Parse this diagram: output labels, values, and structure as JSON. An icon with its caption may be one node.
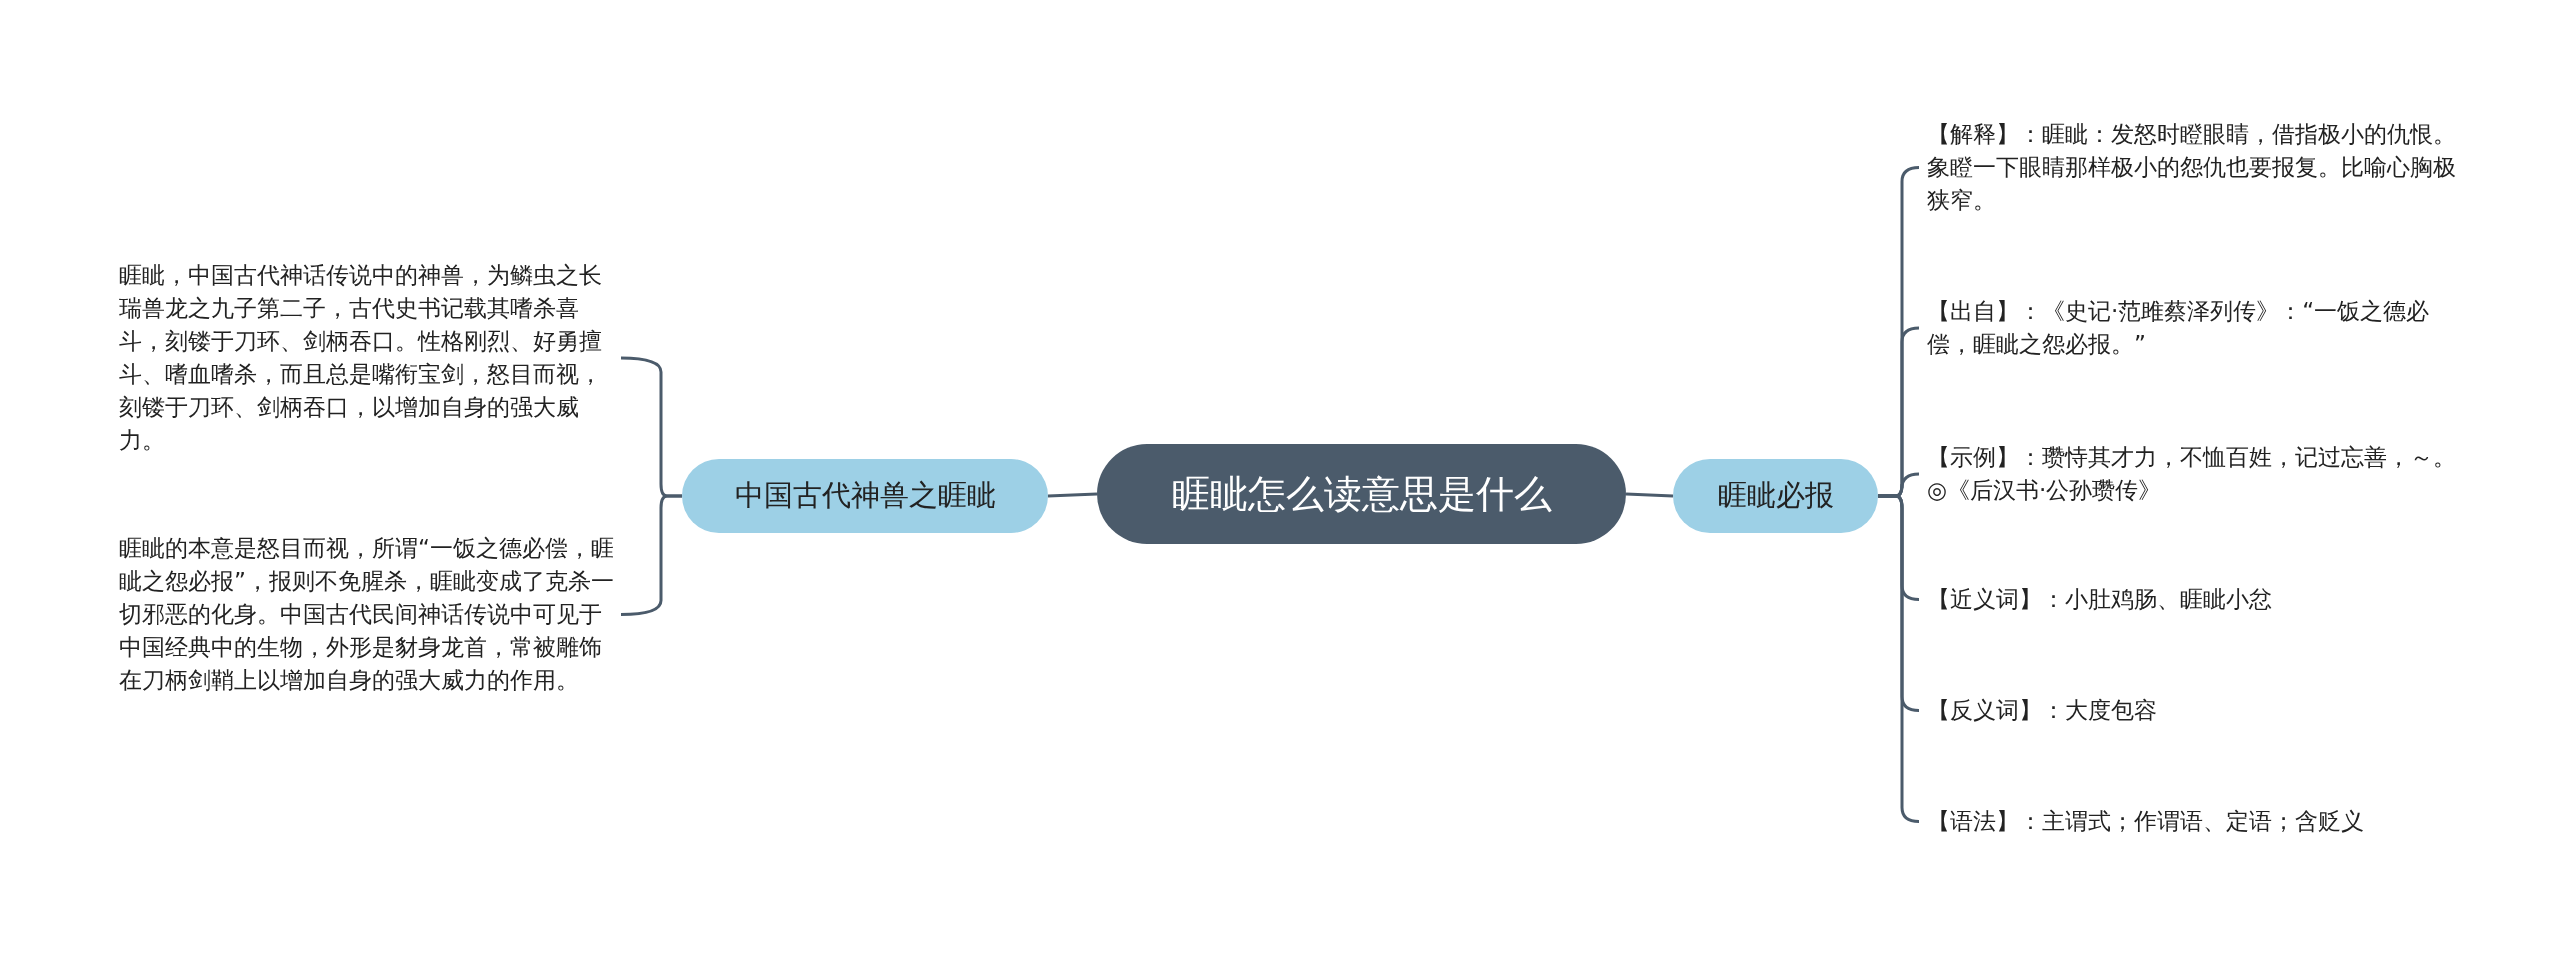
{
  "diagram": {
    "nodes": [
      {
        "text": [
          "睚眦怎么读意思是什么"
        ]
      },
      {
        "text": [
          "中国古代神兽之睚眦"
        ]
      },
      {
        "text": [
          "睚眦，中国古代神话传说中的神兽，为鳞虫之长瑞兽龙之九子第二子，古代史书记载其嗜杀喜斗，刻镂于刀环、剑柄吞口。性格刚烈、好勇擅斗、嗜血嗜杀，而且总是嘴衔宝剑，怒目而视，刻镂于刀环、剑柄吞口，以增加自身的强大威力。"
        ]
      },
      {
        "text": [
          "睚眦的本意是怒目而视，所谓“一饭之德必偿，睚眦之怨必报”，报则不免腥杀，睚眦变成了克杀一切邪恶的化身。中国古代民间神话传说中可见于中国经典中的生物，外形是豺身龙首，常被雕饰在刀柄剑鞘上以增加自身的强大威力的作用。"
        ]
      },
      {
        "text": [
          "睚眦必报"
        ]
      },
      {
        "text": [
          "【解释】：睚眦：发怒时瞪眼睛，借指极小的仇恨。象瞪一下眼睛那样极小的怨仇也要报复。比喻心胸极狭窄。"
        ]
      },
      {
        "text": [
          "【出自】：《史记·范雎蔡泽列传》：“一饭之德必偿，睚眦之怨必报。”"
        ]
      },
      {
        "text": [
          "【示例】：瓒恃其才力，不恤百姓，记过忘善，～。◎《后汉书·公孙瓒传》"
        ]
      },
      {
        "text": [
          "【近义词】：小肚鸡肠、睚眦小忿"
        ]
      },
      {
        "text": [
          "【反义词】：大度包容"
        ]
      },
      {
        "text": [
          "【语法】：主谓式；作谓语、定语；含贬义"
        ]
      }
    ],
    "edges": [
      {
        "from": 0,
        "to": 1,
        "arrow": "none"
      },
      {
        "from": 1,
        "to": 2,
        "arrow": "none"
      },
      {
        "from": 1,
        "to": 3,
        "arrow": "none"
      },
      {
        "from": 0,
        "to": 4,
        "arrow": "none"
      },
      {
        "from": 4,
        "to": 5,
        "arrow": "none"
      },
      {
        "from": 4,
        "to": 6,
        "arrow": "none"
      },
      {
        "from": 4,
        "to": 7,
        "arrow": "none"
      },
      {
        "from": 4,
        "to": 8,
        "arrow": "none"
      },
      {
        "from": 4,
        "to": 9,
        "arrow": "none"
      },
      {
        "from": 4,
        "to": 10,
        "arrow": "none"
      }
    ]
  }
}
